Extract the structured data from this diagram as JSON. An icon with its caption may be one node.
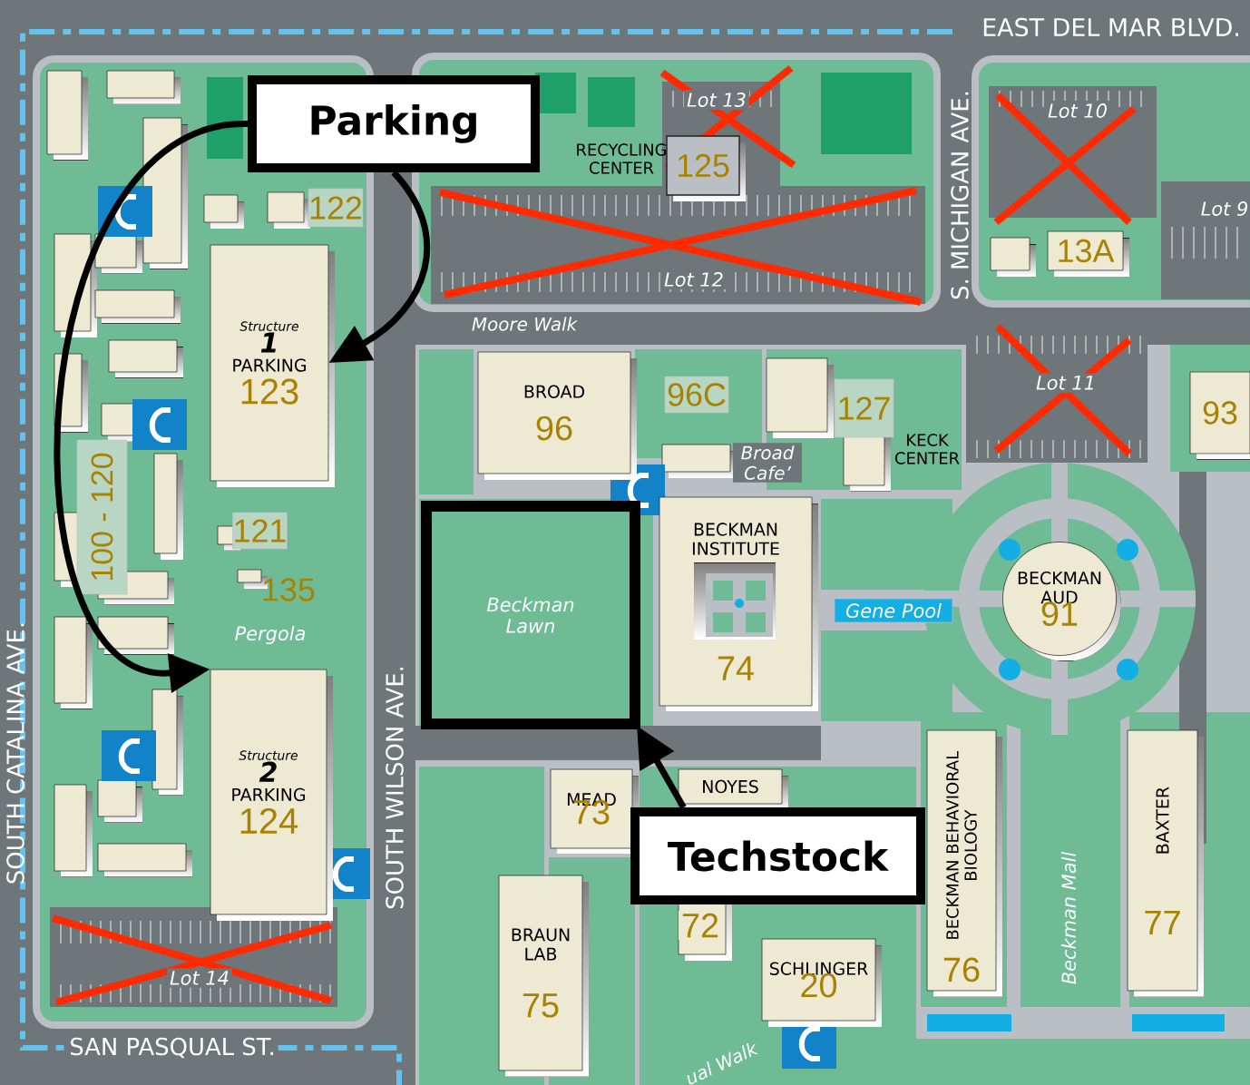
{
  "diagram": {
    "nodes": [
      {
        "text": [
          "Parking"
        ]
      },
      {
        "text": [
          "Techstock"
        ]
      },
      {
        "text": [
          "Structure",
          "1",
          "PARKING",
          "123"
        ]
      },
      {
        "text": [
          "Structure",
          "2",
          "PARKING",
          "124"
        ]
      },
      {
        "text": [
          "Beckman Lawn"
        ]
      },
      {
        "text": [
          "BROAD",
          "96"
        ]
      },
      {
        "text": [
          "96C"
        ]
      },
      {
        "text": [
          "127"
        ]
      },
      {
        "text": [
          "125"
        ]
      },
      {
        "text": [
          "13A"
        ]
      },
      {
        "text": [
          "122"
        ]
      },
      {
        "text": [
          "121"
        ]
      },
      {
        "text": [
          "100 - 120"
        ]
      },
      {
        "text": [
          "BECKMAN INSTITUTE",
          "74"
        ]
      },
      {
        "text": [
          "Gene Pool"
        ]
      },
      {
        "text": [
          "BECKMAN AUD",
          "91"
        ]
      },
      {
        "text": [
          "MEAD",
          "73"
        ]
      },
      {
        "text": [
          "NOYES"
        ]
      },
      {
        "text": [
          "BRAUN LAB",
          "75"
        ]
      },
      {
        "text": [
          "SCHLINGER",
          "20"
        ]
      },
      {
        "text": [
          "BECKMAN BEHAVIORAL BIOLOGY",
          "76"
        ]
      },
      {
        "text": [
          "BAXTER",
          "77"
        ]
      },
      {
        "text": [
          "93"
        ]
      }
    ],
    "edges": [
      {
        "from": 0,
        "to": 2,
        "arrow": "to"
      },
      {
        "from": 0,
        "to": 3,
        "arrow": "to"
      },
      {
        "from": 1,
        "to": 4,
        "arrow": "to"
      }
    ],
    "labels": [
      "EAST DEL MAR BLVD.",
      "Lot 13",
      "RECYCLING CENTER",
      "Lot 10",
      "S. MICHIGAN AVE.",
      "Lot 9",
      "Lot 12",
      "Moore Walk",
      "Lot 11",
      "Broad Cafe’",
      "KECK CENTER",
      "135",
      "Pergola",
      "SOUTH CATALINA AVE.",
      "SOUTH WILSON AVE.",
      "Beckman Mall",
      "Lot 14",
      "SAN PASQUAL ST.",
      "ual Walk",
      "72"
    ]
  }
}
